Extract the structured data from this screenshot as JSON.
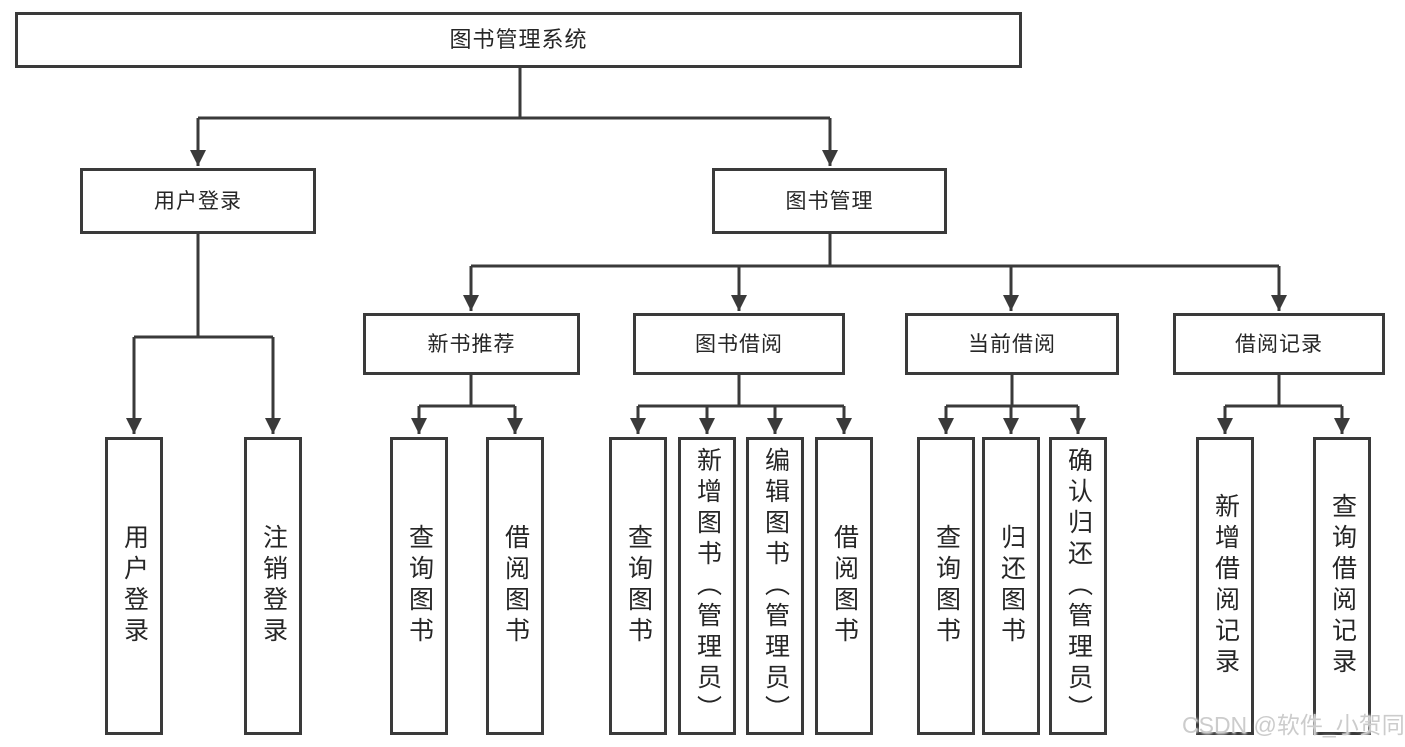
{
  "colors": {
    "line": "#3a3a3a",
    "text": "#262626",
    "watermark": "#cccccc",
    "background": "#ffffff"
  },
  "watermark": "CSDN @软件_小贺同学",
  "tree": {
    "root": {
      "label": "图书管理系统"
    },
    "user_login": {
      "label": "用户登录",
      "children": {
        "login": {
          "label": "用户登录"
        },
        "logout": {
          "label": "注销登录"
        }
      }
    },
    "book_management": {
      "label": "图书管理",
      "children": {
        "new_book_recommend": {
          "label": "新书推荐",
          "children": {
            "query_books": {
              "label": "查询图书"
            },
            "borrow_books": {
              "label": "借阅图书"
            }
          }
        },
        "book_borrow": {
          "label": "图书借阅",
          "children": {
            "query_books": {
              "label": "查询图书"
            },
            "add_books": {
              "label": "新增图书（管理员）"
            },
            "edit_books": {
              "label": "编辑图书（管理员）"
            },
            "borrow_books": {
              "label": "借阅图书"
            }
          }
        },
        "current_borrow": {
          "label": "当前借阅",
          "children": {
            "query_books": {
              "label": "查询图书"
            },
            "return_books": {
              "label": "归还图书"
            },
            "confirm_return": {
              "label": "确认归还（管理员）"
            }
          }
        },
        "borrow_records": {
          "label": "借阅记录",
          "children": {
            "add_record": {
              "label": "新增借阅记录"
            },
            "query_record": {
              "label": "查询借阅记录"
            }
          }
        }
      }
    }
  }
}
